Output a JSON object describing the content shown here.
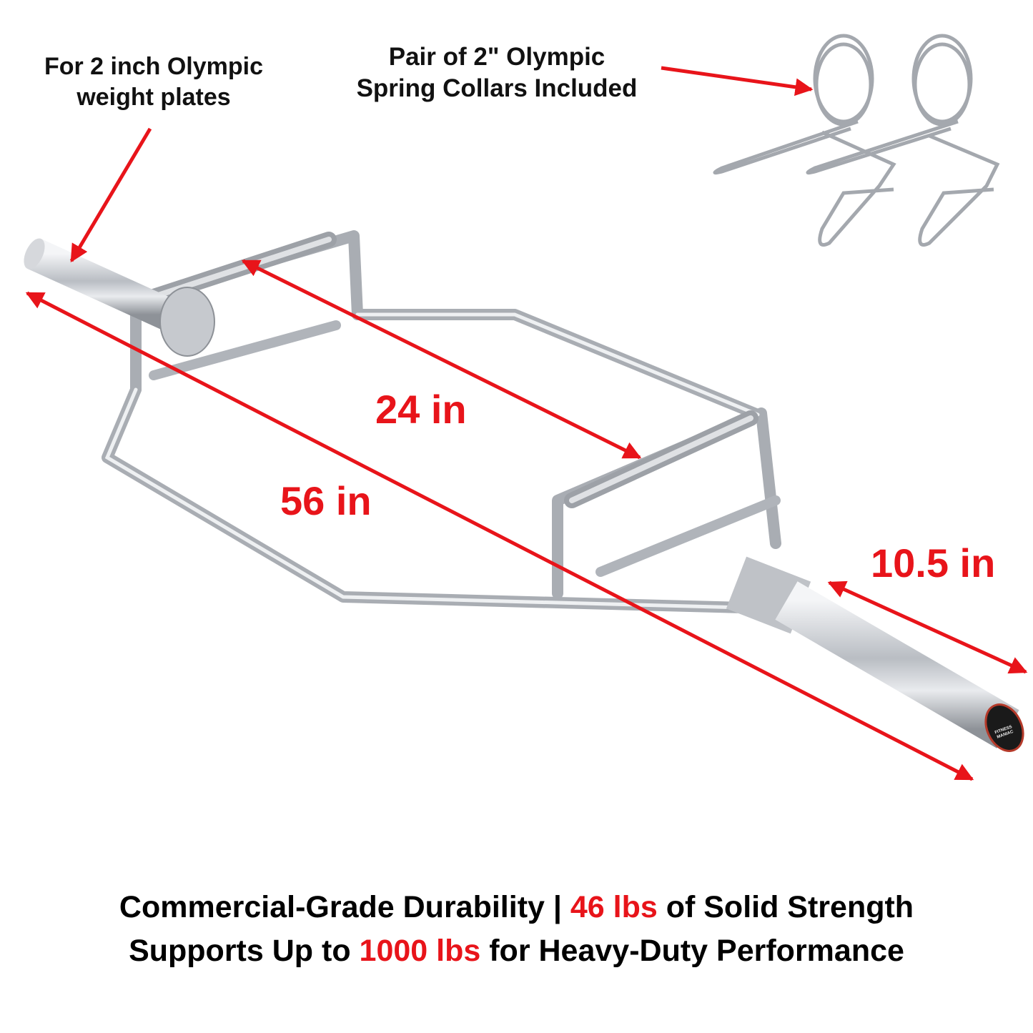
{
  "callouts": {
    "plates": {
      "line1": "For 2 inch Olympic",
      "line2": "weight plates"
    },
    "collars": {
      "line1": "Pair of 2\" Olympic",
      "line2": "Spring Collars Included"
    }
  },
  "dimensions": {
    "handle_spacing": "24 in",
    "overall_length": "56 in",
    "sleeve_length": "10.5 in"
  },
  "brand_mark": {
    "line1": "FITNESS",
    "line2": "MANIAC"
  },
  "caption": {
    "line1": {
      "pre": "Commercial-Grade Durability | ",
      "highlight": "46 lbs",
      "post": " of Solid Strength"
    },
    "line2": {
      "pre": "Supports Up to ",
      "highlight": "1000 lbs",
      "post": " for Heavy-Duty Performance"
    }
  },
  "colors": {
    "accent_red": "#e8141a",
    "text": "#111111",
    "chrome": "#c9ccd1"
  }
}
